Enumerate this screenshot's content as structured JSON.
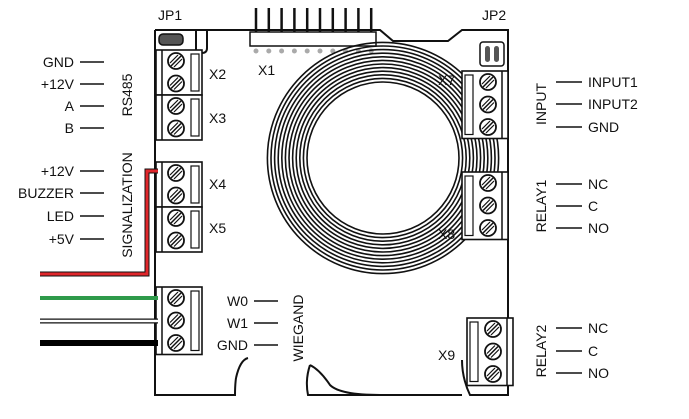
{
  "jumpers": {
    "jp1": "JP1",
    "jp2": "JP2"
  },
  "connectors": {
    "x1": "X1",
    "x2": "X2",
    "x3": "X3",
    "x4": "X4",
    "x5": "X5",
    "x7": "X7",
    "x8": "X8",
    "x9": "X9"
  },
  "groups": {
    "rs485": {
      "label": "RS485",
      "pins": [
        "GND",
        "+12V",
        "A",
        "B"
      ]
    },
    "signalization": {
      "label": "SIGNALIZATION",
      "pins": [
        "+12V",
        "BUZZER",
        "LED",
        "+5V"
      ]
    },
    "wiegand": {
      "label": "WIEGAND",
      "pins": [
        "W0",
        "W1",
        "GND"
      ]
    },
    "input": {
      "label": "INPUT",
      "pins": [
        "INPUT1",
        "INPUT2",
        "GND"
      ]
    },
    "relay1": {
      "label": "RELAY1",
      "pins": [
        "NC",
        "C",
        "NO"
      ]
    },
    "relay2": {
      "label": "RELAY2",
      "pins": [
        "NC",
        "C",
        "NO"
      ]
    }
  },
  "wire_colors": {
    "red": "#e0262b",
    "green": "#2e9a4a",
    "white": "#ffffff",
    "black": "#000000"
  }
}
